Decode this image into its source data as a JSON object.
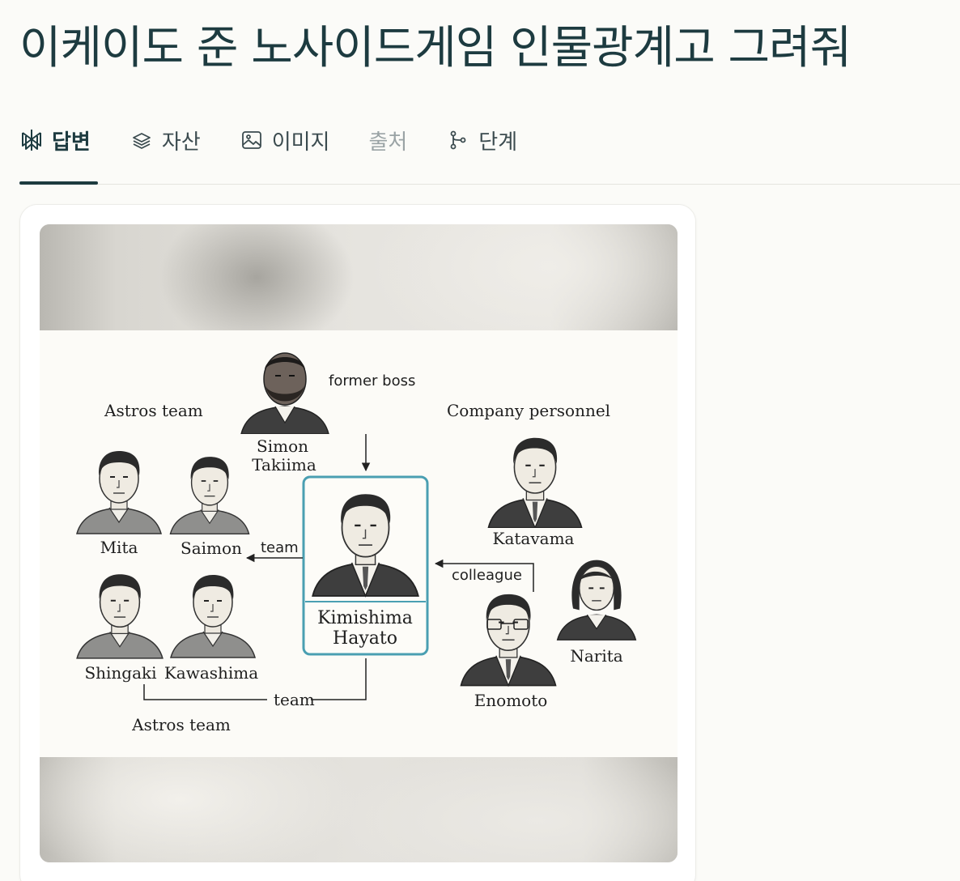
{
  "query": {
    "title": "이케이도 준 노사이드게임 인물광계고 그려줘"
  },
  "tabs": [
    {
      "label": "답변",
      "icon": "perplexity-logo-icon",
      "active": true
    },
    {
      "label": "자산",
      "icon": "layers-icon",
      "active": false
    },
    {
      "label": "이미지",
      "icon": "image-icon",
      "active": false
    },
    {
      "label": "출처",
      "icon": "",
      "active": false,
      "muted": true
    },
    {
      "label": "단계",
      "icon": "branch-icon",
      "active": false
    }
  ],
  "diagram": {
    "group_left_top": "Astros team",
    "group_right": "Company personnel",
    "group_left_bottom": "Astros team",
    "rel_former_boss": "former boss",
    "rel_team_left": "team",
    "rel_colleague": "colleague",
    "rel_team_bottom": "team",
    "people": {
      "simon_line1": "Simon",
      "simon_line2": "Takiima",
      "center_line1": "Kimishima",
      "center_line2": "Hayato",
      "mita": "Mita",
      "saimon": "Saimon",
      "shingaki": "Shingaki",
      "kawashima": "Kawashima",
      "katavama": "Katavama",
      "narita": "Narita",
      "enomoto": "Enomoto"
    },
    "accent_color": "#4a9fb2"
  }
}
